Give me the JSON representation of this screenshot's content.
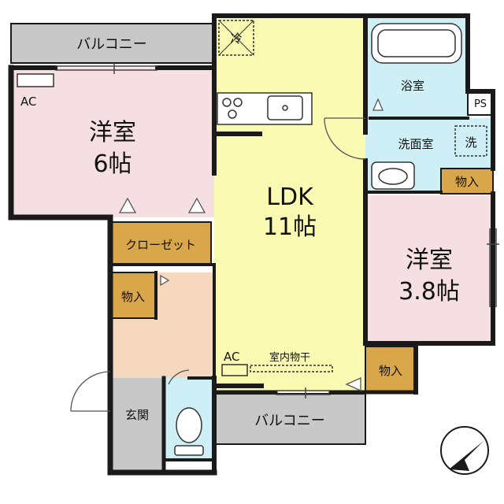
{
  "rooms": {
    "balcony_top": "バルコニー",
    "western_1_name": "洋室",
    "western_1_size": "6帖",
    "ac_1": "AC",
    "ldk_name": "LDK",
    "ldk_size": "11帖",
    "refrigerator": "冷",
    "bathroom": "浴室",
    "ps": "PS",
    "washroom": "洗面室",
    "washer": "洗",
    "storage_wash": "物入",
    "western_2_name": "洋室",
    "western_2_size": "3.8帖",
    "closet": "クローゼット",
    "storage_hall": "物入",
    "ac_2": "AC",
    "indoor_drying": "室内物干",
    "storage_w2": "物入",
    "entrance": "玄関",
    "balcony_bottom": "バルコニー"
  },
  "colors": {
    "western_room": "#f6dfe2",
    "ldk": "#fafab2",
    "wet_area": "#cdeff5",
    "hallway": "#f6d8be",
    "storage": "#d9a64a",
    "balcony": "#c8c8c8",
    "wall": "#1a1a1a"
  }
}
